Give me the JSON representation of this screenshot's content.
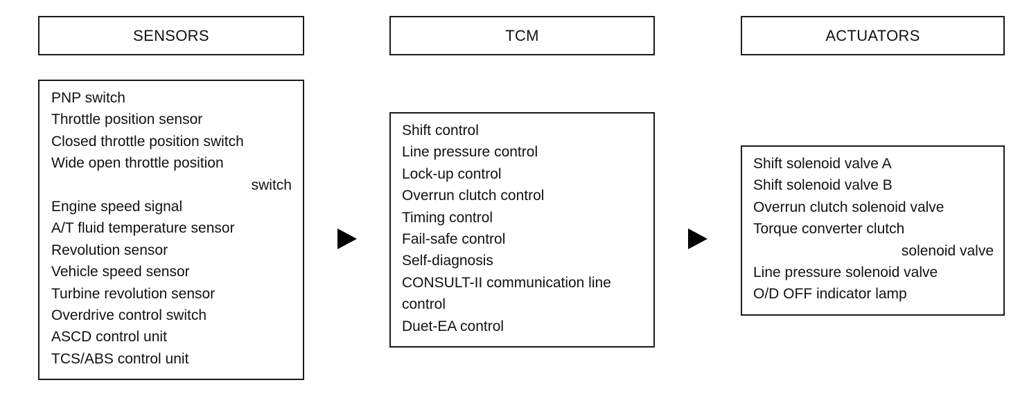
{
  "columns": {
    "sensors": {
      "title": "SENSORS",
      "items": [
        "PNP switch",
        "Throttle position sensor",
        "Closed throttle position switch",
        "Wide open throttle position",
        "switch",
        "Engine speed signal",
        "A/T fluid temperature sensor",
        "Revolution sensor",
        "Vehicle speed sensor",
        "Turbine revolution sensor",
        "Overdrive control switch",
        "ASCD control unit",
        "TCS/ABS control unit"
      ]
    },
    "tcm": {
      "title": "TCM",
      "items": [
        "Shift control",
        "Line pressure control",
        "Lock-up control",
        "Overrun clutch control",
        "Timing control",
        "Fail-safe control",
        "Self-diagnosis",
        "CONSULT-II communication line",
        "control",
        "Duet-EA control"
      ]
    },
    "actuators": {
      "title": "ACTUATORS",
      "items": [
        "Shift solenoid valve A",
        "Shift solenoid valve B",
        "Overrun clutch solenoid valve",
        "Torque converter clutch",
        "solenoid valve",
        "Line pressure solenoid valve",
        "O/D OFF indicator lamp"
      ]
    }
  },
  "arrows": [
    "right-triangle-icon",
    "right-triangle-icon"
  ]
}
